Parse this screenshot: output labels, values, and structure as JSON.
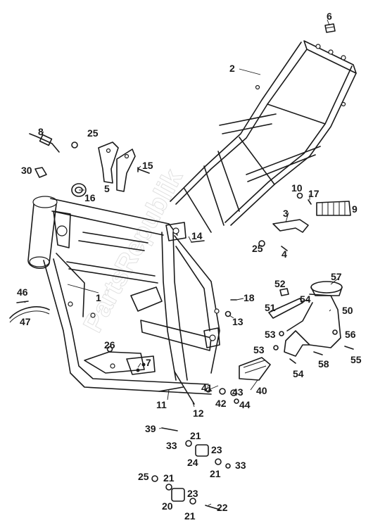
{
  "watermark": "PartsRepublik",
  "callouts": [
    {
      "id": "c6",
      "text": "6"
    },
    {
      "id": "c2",
      "text": "2"
    },
    {
      "id": "c8",
      "text": "8"
    },
    {
      "id": "c25a",
      "text": "25"
    },
    {
      "id": "c30",
      "text": "30"
    },
    {
      "id": "c15",
      "text": "15"
    },
    {
      "id": "c5",
      "text": "5"
    },
    {
      "id": "c16",
      "text": "16"
    },
    {
      "id": "c10",
      "text": "10"
    },
    {
      "id": "c17",
      "text": "17"
    },
    {
      "id": "c9",
      "text": "9"
    },
    {
      "id": "c3",
      "text": "3"
    },
    {
      "id": "c14",
      "text": "14"
    },
    {
      "id": "c25b",
      "text": "25"
    },
    {
      "id": "c4",
      "text": "4"
    },
    {
      "id": "c1",
      "text": "1"
    },
    {
      "id": "c46",
      "text": "46"
    },
    {
      "id": "c47",
      "text": "47"
    },
    {
      "id": "c18",
      "text": "18"
    },
    {
      "id": "c13",
      "text": "13"
    },
    {
      "id": "c57",
      "text": "57"
    },
    {
      "id": "c52",
      "text": "52"
    },
    {
      "id": "c54a",
      "text": "54"
    },
    {
      "id": "c51",
      "text": "51"
    },
    {
      "id": "c50",
      "text": "50"
    },
    {
      "id": "c53a",
      "text": "53"
    },
    {
      "id": "c56",
      "text": "56"
    },
    {
      "id": "c26",
      "text": "26"
    },
    {
      "id": "c7",
      "text": "7"
    },
    {
      "id": "c53b",
      "text": "53"
    },
    {
      "id": "c58",
      "text": "58"
    },
    {
      "id": "c55",
      "text": "55"
    },
    {
      "id": "c54b",
      "text": "54"
    },
    {
      "id": "c41",
      "text": "41"
    },
    {
      "id": "c43",
      "text": "43"
    },
    {
      "id": "c40",
      "text": "40"
    },
    {
      "id": "c11",
      "text": "11"
    },
    {
      "id": "c12",
      "text": "12"
    },
    {
      "id": "c42",
      "text": "42"
    },
    {
      "id": "c44",
      "text": "44"
    },
    {
      "id": "c39",
      "text": "39"
    },
    {
      "id": "c21a",
      "text": "21"
    },
    {
      "id": "c33a",
      "text": "33"
    },
    {
      "id": "c23a",
      "text": "23"
    },
    {
      "id": "c24",
      "text": "24"
    },
    {
      "id": "c33b",
      "text": "33"
    },
    {
      "id": "c21b",
      "text": "21"
    },
    {
      "id": "c25c",
      "text": "25"
    },
    {
      "id": "c21c",
      "text": "21"
    },
    {
      "id": "c23b",
      "text": "23"
    },
    {
      "id": "c20",
      "text": "20"
    },
    {
      "id": "c22",
      "text": "22"
    },
    {
      "id": "c21d",
      "text": "21"
    }
  ]
}
